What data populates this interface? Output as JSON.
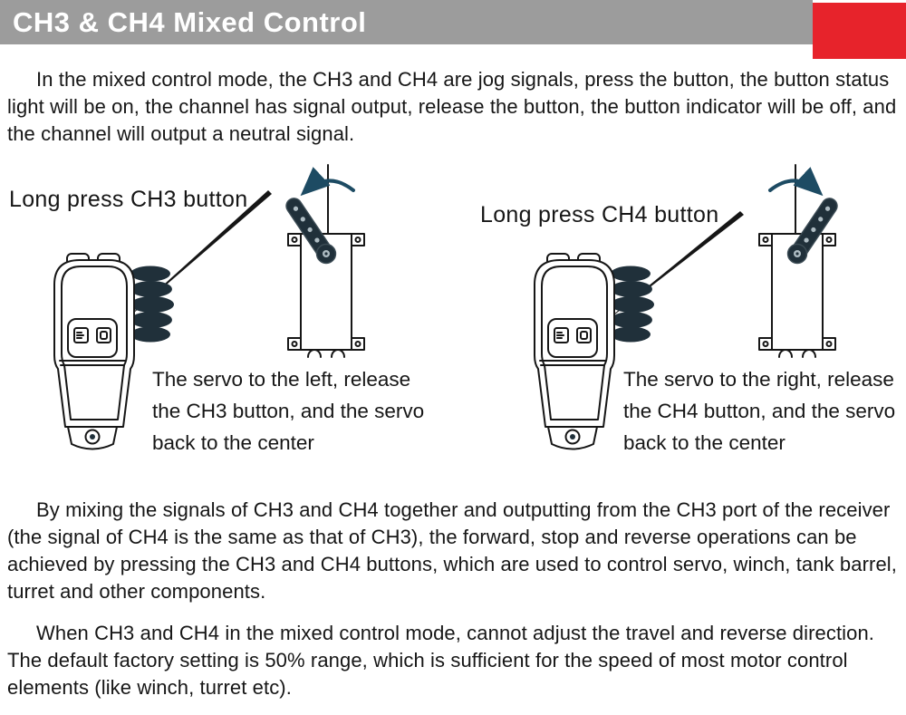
{
  "header": {
    "title": "CH3 & CH4 Mixed Control"
  },
  "intro": "In the mixed control mode, the CH3 and CH4 are jog signals, press the button, the button status light will be on, the channel has signal output, release the button, the button indicator will be off, and the channel will output a neutral signal.",
  "figures": {
    "left": {
      "label": "Long press CH3 button",
      "caption": "The servo to the left, release the CH3 button, and the servo back to the center"
    },
    "right": {
      "label": "Long press CH4 button",
      "caption": "The servo to the right, release the CH4 button, and the servo back to the center"
    }
  },
  "paragraphs": {
    "mixing": "By mixing the signals of CH3 and CH4 together and outputting from the CH3 port of the receiver (the signal of CH4 is the same as that of CH3), the forward, stop and reverse operations can be achieved by pressing the CH3 and CH4 buttons, which are used to control servo, winch, tank barrel, turret and other components.",
    "travel": "When CH3 and CH4 in the mixed control mode, cannot adjust the travel and reverse direction. The default factory setting is 50% range, which is sufficient for the speed of most motor control elements (like winch, turret etc)."
  },
  "colors": {
    "header_bar": "#9c9c9c",
    "accent_red": "#e7232b",
    "arrow": "#1d4b63",
    "ink": "#161616",
    "device_dark": "#20303a"
  }
}
